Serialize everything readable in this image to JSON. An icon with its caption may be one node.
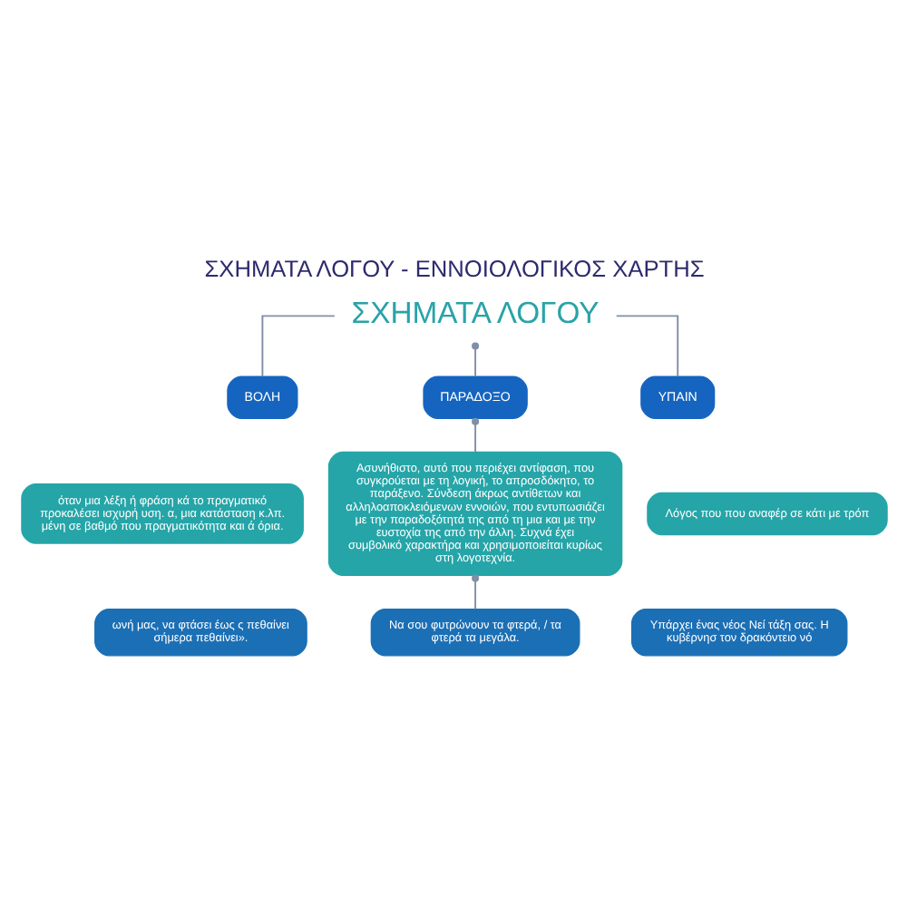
{
  "diagram": {
    "title": "ΣΧΗΜΑΤΑ ΛΟΓΟΥ - ΕΝΝΟΙΟΛΟΓΙΚΟΣ ΧΑΡΤΗΣ",
    "nodes": [
      {
        "text": [
          "ΣΧΗΜΑΤΑ ΛΟΓΟΥ"
        ]
      },
      {
        "text": [
          "ΒΟΛΗ"
        ]
      },
      {
        "text": [
          "ΠΑΡΑΔΟΞΟ"
        ]
      },
      {
        "text": [
          "ΥΠΑΙΝ"
        ]
      },
      {
        "text": [
          "όταν μια λέξη ή φράση κά το πραγματικό προκαλέσει ισχυρή υση. α, μια κατάσταση κ.λπ. μένη σε βαθμό που πραγματικότητα και ά όρια."
        ]
      },
      {
        "text": [
          "Ασυνήθιστο, αυτό που περιέχει αντίφαση, που συγκρούεται με τη λογική, το απροσδόκητο, το παράξενο. Σύνδεση άκρως αντίθετων και αλληλοαποκλειόμενων εννοιών, που εντυπωσιάζει με την παραδοξότητά της από τη μια και με την ευστοχία της από την άλλη. Συχνά έχει συμβολικό χαρακτήρα και χρησιμοποιείται κυρίως στη λογοτεχνία."
        ]
      },
      {
        "text": [
          "Λόγος που που αναφέρ σε κάτι με τρόπ"
        ]
      },
      {
        "text": [
          "ωνή μας, να φτάσει έως ς πεθαίνει σήμερα πεθαίνει»."
        ]
      },
      {
        "text": [
          "Να σου φυτρώνουν τα φτερά, / τα φτερά τα μεγάλα."
        ]
      },
      {
        "text": [
          "Υπάρχει ένας νέος Νεί τάξη σας. Η κυβέρνησ τον δρακόντειο νό"
        ]
      }
    ],
    "edges": [
      {
        "from": 0,
        "to": 1,
        "arrow": "none"
      },
      {
        "from": 0,
        "to": 2,
        "arrow": "other"
      },
      {
        "from": 0,
        "to": 3,
        "arrow": "none"
      },
      {
        "from": 2,
        "to": 5,
        "arrow": "other"
      },
      {
        "from": 5,
        "to": 8,
        "arrow": "other"
      }
    ]
  }
}
